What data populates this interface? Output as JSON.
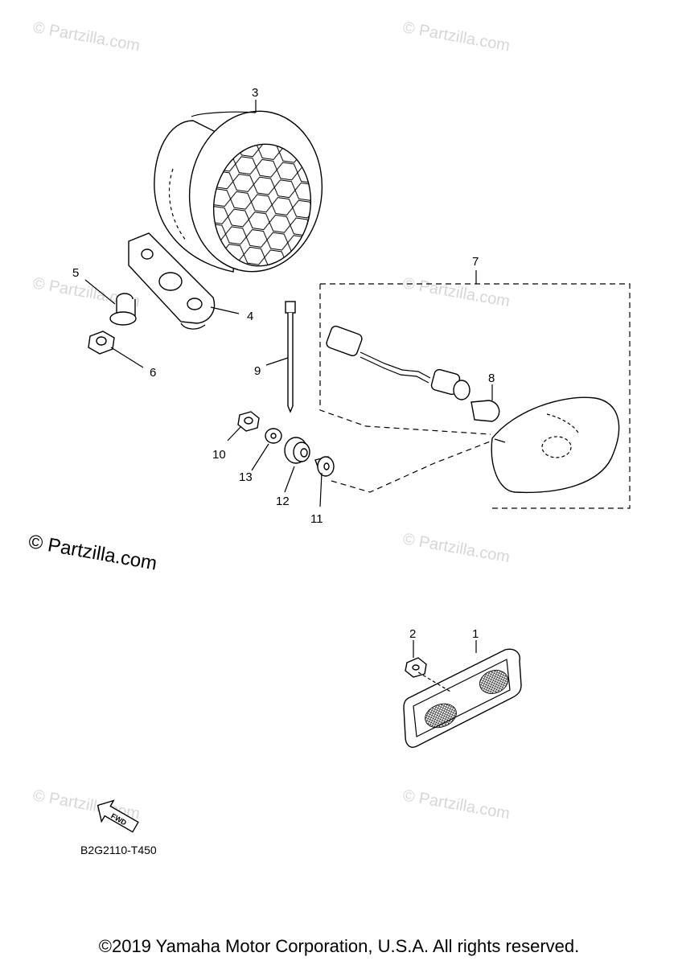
{
  "watermarks": [
    "© Partzilla.com",
    "© Partzilla.com",
    "© Partzilla.com",
    "© Partzilla.com",
    "© Partzilla.com",
    "© Partzilla.com",
    "© Partzilla.com"
  ],
  "big_watermark": "© Partzilla.com",
  "callouts": [
    "1",
    "2",
    "3",
    "4",
    "5",
    "6",
    "7",
    "8",
    "9",
    "10",
    "11",
    "12",
    "13"
  ],
  "fwd_label": "FWD",
  "diagram_code": "B2G2110-T450",
  "copyright": "©2019 Yamaha Motor Corporation, U.S.A. All rights reserved."
}
